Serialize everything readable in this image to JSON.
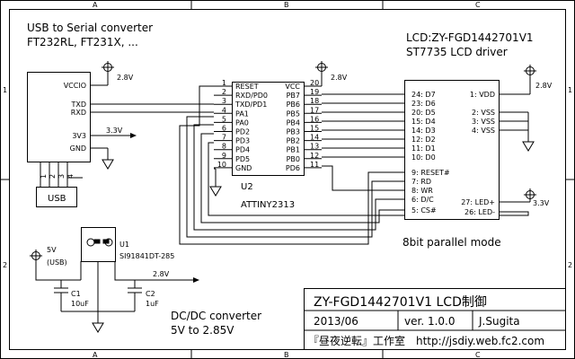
{
  "border": {
    "col_a": "A",
    "col_b": "B",
    "col_c": "C",
    "row_1": "1",
    "row_2": "2"
  },
  "usb": {
    "title": "USB to Serial converter",
    "subtitle": "FT232RL, FT231X, ...",
    "pins": [
      "VCCIO",
      "TXD",
      "RXD",
      "3V3",
      "GND"
    ],
    "conn_nums": [
      "1",
      "2",
      "3",
      "4"
    ],
    "conn_label": "USB",
    "v28": "2.8V",
    "v33": "3.3V"
  },
  "mcu": {
    "name": "U2",
    "part": "ATTINY2313",
    "left_nums": [
      "1",
      "2",
      "3",
      "4",
      "5",
      "6",
      "7",
      "8",
      "9",
      "10"
    ],
    "left_pins": [
      "RESET",
      "RXD/PD0",
      "TXD/PD1",
      "PA1",
      "PA0",
      "PD2",
      "PD3",
      "PD4",
      "PD5",
      "GND"
    ],
    "right_nums": [
      "20",
      "19",
      "18",
      "17",
      "16",
      "15",
      "14",
      "13",
      "12",
      "11"
    ],
    "right_pins": [
      "VCC",
      "PB7",
      "PB6",
      "PB5",
      "PB4",
      "PB3",
      "PB2",
      "PB1",
      "PB0",
      "PD6"
    ],
    "v28": "2.8V"
  },
  "lcd": {
    "title": "LCD:ZY-FGD1442701V1",
    "driver": "ST7735 LCD driver",
    "left_pins": [
      "24: D7",
      "23: D6",
      "20: D5",
      "15: D4",
      "14: D3",
      "12: D2",
      "11: D1",
      "10: D0",
      "9: RESET#",
      "7: RD",
      "8: WR",
      "6: D/C",
      "5: CS#"
    ],
    "right_pins": [
      "1: VDD",
      "2: VSS",
      "3: VSS",
      "4: VSS",
      "27: LED+",
      "26: LED-"
    ],
    "mode": "8bit parallel mode",
    "v28": "2.8V",
    "v33": "3.3V"
  },
  "reg": {
    "name": "U1",
    "part": "SI91841DT-285",
    "vin": "5V",
    "vin_note": "(USB)",
    "vout": "2.8V",
    "c1": "C1",
    "c1v": "10uF",
    "c2": "C2",
    "c2v": "1uF",
    "desc1": "DC/DC converter",
    "desc2": "5V to 2.85V"
  },
  "titleblock": {
    "title": "ZY-FGD1442701V1 LCD制御",
    "date": "2013/06",
    "version": "ver. 1.0.0",
    "author": "J.Sugita",
    "footer": "『昼夜逆転』工作室　http://jsdiy.web.fc2.com"
  }
}
